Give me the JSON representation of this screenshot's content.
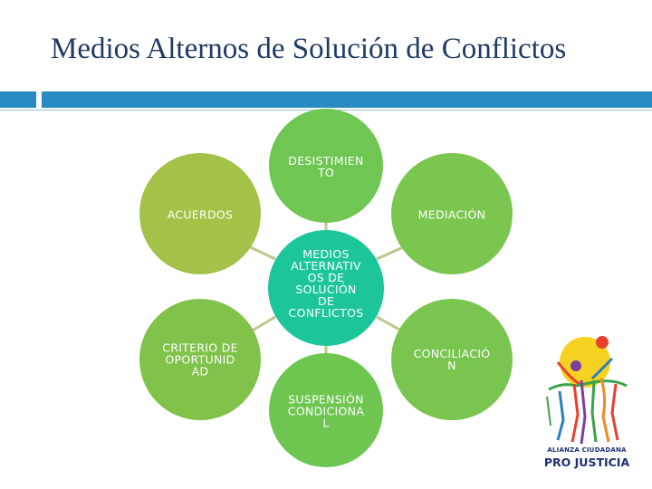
{
  "slide": {
    "title": "Medios Alternos de Solución de Conflictos"
  },
  "colors": {
    "accent_bar": "#2a8bc4",
    "title": "#1f3a64",
    "center_node": "#1dc69a",
    "node_top": "#6fc653",
    "node_left_top": "#a3c247",
    "node_right_top": "#7ac64f",
    "node_left_bottom": "#80c24a",
    "node_right_bottom": "#79c550",
    "node_bottom": "#6ec651",
    "connector": "#b8c98a"
  },
  "diagram": {
    "center": {
      "label": "MEDIOS\nALTERNATIV\nOS DE\nSOLUCIÓN\nDE\nCONFLICTOS"
    },
    "nodes": [
      {
        "label": "DESISTIMIEN\nTO"
      },
      {
        "label": "ACUERDOS"
      },
      {
        "label": "MEDIACIÓN"
      },
      {
        "label": "CRITERIO DE\nOPORTUNID\nAD"
      },
      {
        "label": "CONCILIACIÓ\nN"
      },
      {
        "label": "SUSPENSIÓN\nCONDICIONA\nL"
      }
    ]
  },
  "logo": {
    "line1": "ALIANZA CIUDADANA",
    "line2": "PRO JUSTICIA"
  }
}
